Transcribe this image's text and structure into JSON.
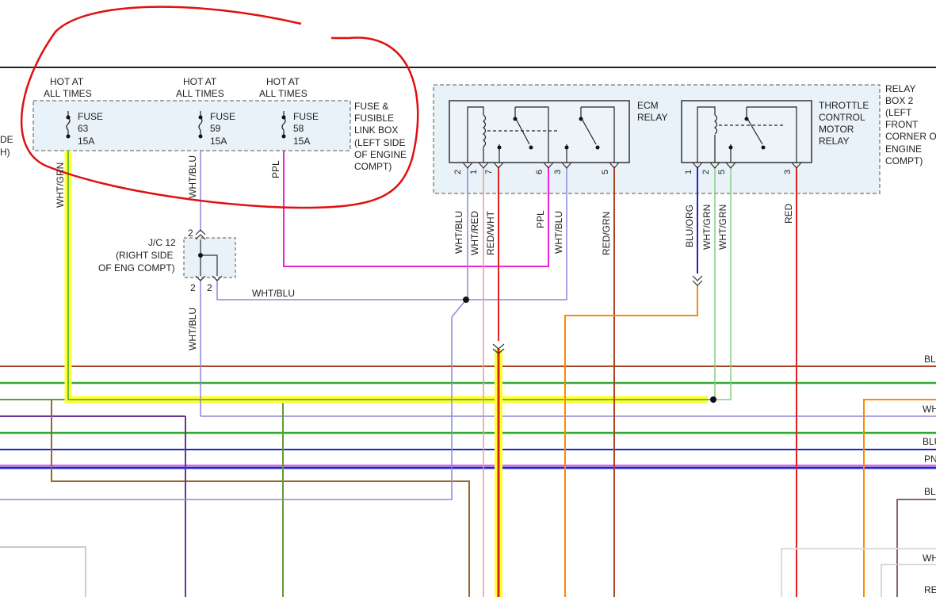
{
  "fuse_box": {
    "title": [
      "FUSE &",
      "FUSIBLE",
      "LINK BOX",
      "(LEFT SIDE",
      "OF ENGINE",
      "COMPT)"
    ],
    "hot_at": [
      "HOT AT",
      "ALL TIMES"
    ],
    "fuses": [
      {
        "line1": "FUSE",
        "num": "63",
        "amp": "15A",
        "wire": "WHT/GRN"
      },
      {
        "line1": "FUSE",
        "num": "59",
        "amp": "15A",
        "wire": "WHT/BLU"
      },
      {
        "line1": "FUSE",
        "num": "58",
        "amp": "15A",
        "wire": "PPL"
      }
    ],
    "left_edge": [
      "DE",
      "H)"
    ]
  },
  "junction": {
    "label": [
      "J/C 12",
      "(RIGHT SIDE",
      "OF ENG COMPT)"
    ],
    "pins": [
      "2",
      "2",
      "2"
    ],
    "out_wire": "WHT/BLU",
    "down_wire": "WHT/BLU"
  },
  "relay_box": {
    "title": [
      "RELAY",
      "BOX 2",
      "(LEFT",
      "FRONT",
      "CORNER OF",
      "ENGINE",
      "COMPT)"
    ],
    "ecm": {
      "label": [
        "ECM",
        "RELAY"
      ],
      "pins": [
        "2",
        "1",
        "7",
        "6",
        "3",
        "5"
      ],
      "wires": [
        "WHT/BLU",
        "WHT/RED",
        "RED/WHT",
        "PPL",
        "WHT/BLU",
        "RED/GRN"
      ]
    },
    "tcm": {
      "label": [
        "THROTTLE",
        "CONTROL",
        "MOTOR",
        "RELAY"
      ],
      "pins": [
        "1",
        "2",
        "5",
        "3"
      ],
      "wires": [
        "BLU/ORG",
        "WHT/GRN",
        "WHT/GRN",
        "RED"
      ]
    }
  },
  "right_edge_labels": [
    "BL",
    "WH",
    "BLU",
    "PN",
    "BL",
    "WH",
    "RE"
  ],
  "colors": {
    "yellow": "#ffff33",
    "magenta": "#ee22dd",
    "red": "#dd2222",
    "brown": "#aa4422",
    "blue": "#2222cc",
    "green": "#33aa33",
    "orange": "#ff8800",
    "purple": "#663399",
    "annotation": "#e01010"
  }
}
